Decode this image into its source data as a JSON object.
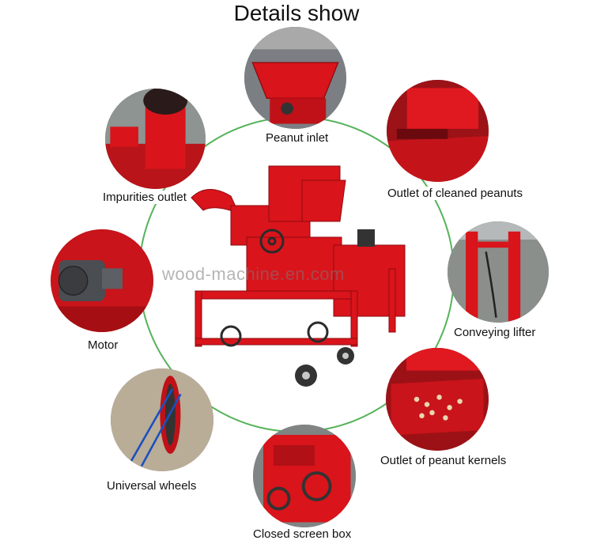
{
  "title": "Details show",
  "watermark": "wood-machine.en.com",
  "accent_color": "#55b35a",
  "machine_color": "#d9141b",
  "details": [
    {
      "label": "Peanut inlet"
    },
    {
      "label": "Impurities outlet"
    },
    {
      "label": "Outlet of cleaned peanuts"
    },
    {
      "label": "Motor"
    },
    {
      "label": "Conveying lifter"
    },
    {
      "label": "Universal wheels"
    },
    {
      "label": "Outlet of peanut kernels"
    },
    {
      "label": "Closed screen box"
    }
  ]
}
